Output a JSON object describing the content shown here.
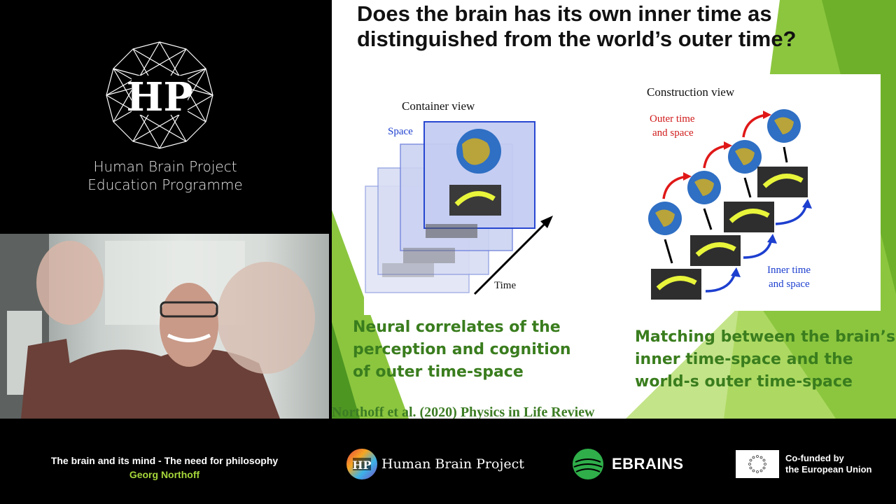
{
  "brand": {
    "line1": "Human Brain Project",
    "line2": "Education Programme",
    "logo_letters": "HP"
  },
  "slide": {
    "title_line1": "Does the brain has its own inner time as",
    "title_line2": "distinguished from the world’s outer time?",
    "container_view": {
      "heading": "Container view",
      "space_label": "Space",
      "time_label": "Time"
    },
    "construction_view": {
      "heading": "Construction view",
      "outer_label_1": "Outer time",
      "outer_label_2": "and space",
      "inner_label_1": "Inner time",
      "inner_label_2": "and space"
    },
    "caption_left": [
      "Neural correlates of the",
      "perception and cognition",
      "of outer time-space"
    ],
    "caption_right": [
      "Matching between the brain’s",
      "inner time-space and the",
      "world-s outer time-space"
    ],
    "citation": "Northoff et al. (2020) Physics in Life Review"
  },
  "footer": {
    "lecture_title": "The brain and its mind - The need for philosophy",
    "lecturer": "Georg Northoff",
    "hbp_text": "Human Brain Project",
    "ebrains_text": "EBRAINS",
    "eu_line1": "Co-funded by",
    "eu_line2": "the European Union"
  },
  "colors": {
    "accent_green": "#a6d63a",
    "caption_green": "#3a7d1e",
    "slide_blue": "#1d3fcf",
    "arrow_red": "#e01818"
  }
}
